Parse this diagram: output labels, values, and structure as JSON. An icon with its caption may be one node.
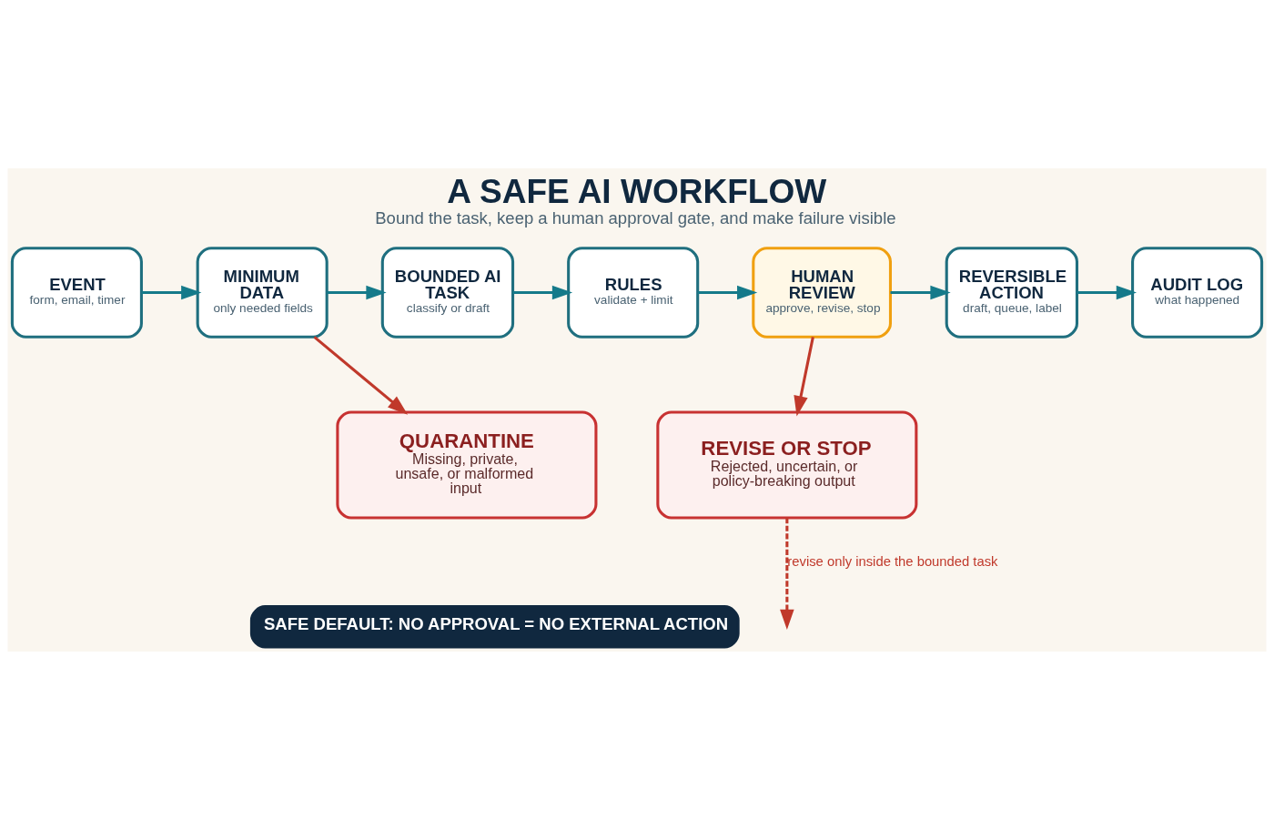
{
  "diagram": {
    "title": "A SAFE AI WORKFLOW",
    "caption": "Bound the task, keep a human approval gate, and make failure visible",
    "nodes": [
      {
        "text": [
          "EVENT",
          "form, email, timer"
        ]
      },
      {
        "text": [
          "MINIMUM DATA",
          "only needed fields"
        ]
      },
      {
        "text": [
          "BOUNDED AI TASK",
          "classify or draft"
        ]
      },
      {
        "text": [
          "RULES",
          "validate + limit"
        ]
      },
      {
        "text": [
          "HUMAN REVIEW",
          "approve, revise, stop"
        ]
      },
      {
        "text": [
          "REVERSIBLE ACTION",
          "draft, queue, label"
        ]
      },
      {
        "text": [
          "AUDIT LOG",
          "what happened"
        ]
      },
      {
        "text": [
          "QUARANTINE",
          "Missing, private, unsafe, or malformed input"
        ]
      },
      {
        "text": [
          "REVISE OR STOP",
          "Rejected, uncertain, or policy-breaking output"
        ]
      },
      {
        "text": [
          "SAFE DEFAULT: NO APPROVAL = NO EXTERNAL ACTION"
        ]
      }
    ],
    "edges": [
      {
        "from": 0,
        "to": 1,
        "arrow": "to"
      },
      {
        "from": 1,
        "to": 2,
        "arrow": "to"
      },
      {
        "from": 2,
        "to": 3,
        "arrow": "to"
      },
      {
        "from": 3,
        "to": 4,
        "arrow": "to"
      },
      {
        "from": 4,
        "to": 5,
        "arrow": "to"
      },
      {
        "from": 5,
        "to": 6,
        "arrow": "to"
      },
      {
        "from": 1,
        "to": 7,
        "arrow": "to",
        "color": "#c0392b"
      },
      {
        "from": 4,
        "to": 8,
        "arrow": "to",
        "color": "#c0392b"
      },
      {
        "from": 8,
        "to": null,
        "arrow": "to",
        "style": "dashed",
        "color": "#c0392b",
        "label": "revise only inside the bounded task"
      }
    ]
  }
}
